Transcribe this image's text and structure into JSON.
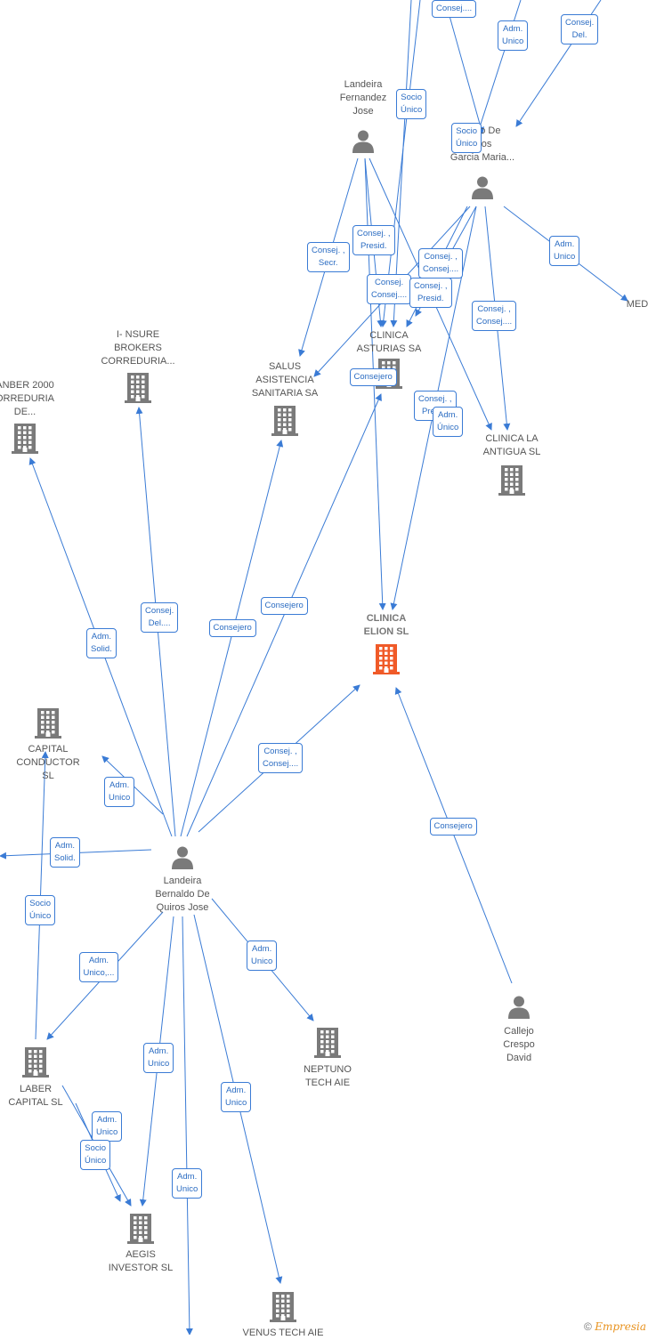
{
  "colors": {
    "edge": "#3a7bd5",
    "icon": "#7a7a7a",
    "main_icon": "#f05a28"
  },
  "nodes": [
    {
      "id": "landeira_fernandez",
      "kind": "person",
      "label": "Landeira\nFernandez\nJose"
    },
    {
      "id": "bernaldo_garcia",
      "kind": "person",
      "label": "...ldo De\n...os\nGarcia Maria..."
    },
    {
      "id": "med",
      "kind": "company",
      "label": "MED"
    },
    {
      "id": "insure",
      "kind": "company",
      "label": "I-  NSURE\nBROKERS\nCORREDURIA..."
    },
    {
      "id": "anber",
      "kind": "company",
      "label": "ANBER 2000\nORREDURIA\nDE..."
    },
    {
      "id": "salus",
      "kind": "company",
      "label": "SALUS\nASISTENCIA\nSANITARIA SA"
    },
    {
      "id": "clinica_asturias",
      "kind": "company",
      "label": "CLINICA\nASTURIAS SA"
    },
    {
      "id": "clinica_antigua",
      "kind": "company",
      "label": "CLINICA LA\nANTIGUA SL"
    },
    {
      "id": "clinica_elion",
      "kind": "company",
      "label": "CLINICA\nELION  SL",
      "main": true
    },
    {
      "id": "capital_conductor",
      "kind": "company",
      "label": "CAPITAL\nCONDUCTOR\nSL"
    },
    {
      "id": "landeira_bernaldo",
      "kind": "person",
      "label": "Landeira\nBernaldo De\nQuiros Jose"
    },
    {
      "id": "callejo",
      "kind": "person",
      "label": "Callejo\nCrespo\nDavid"
    },
    {
      "id": "laber",
      "kind": "company",
      "label": "LABER\nCAPITAL  SL"
    },
    {
      "id": "neptuno",
      "kind": "company",
      "label": "NEPTUNO\nTECH AIE"
    },
    {
      "id": "aegis",
      "kind": "company",
      "label": "AEGIS\nINVESTOR  SL"
    },
    {
      "id": "venus",
      "kind": "company",
      "label": "VENUS TECH AIE"
    }
  ],
  "edges": [
    {
      "from": "landeira_bernaldo",
      "to": "anber",
      "label": "Adm.\nSolid."
    },
    {
      "from": "landeira_bernaldo",
      "to": "insure",
      "label": "Consej.\nDel...."
    },
    {
      "from": "landeira_bernaldo",
      "to": "salus",
      "label": "Consejero"
    },
    {
      "from": "landeira_bernaldo",
      "to": "clinica_asturias",
      "label": "Consejero"
    },
    {
      "from": "landeira_bernaldo",
      "to": "clinica_elion",
      "label": "Consej. ,\nConsej...."
    },
    {
      "from": "landeira_bernaldo",
      "to": "capital_conductor",
      "label": "Adm.\nUnico"
    },
    {
      "from": "landeira_bernaldo",
      "to": "offscreen_left",
      "label": "Adm.\nSolid."
    },
    {
      "from": "laber",
      "to": "capital_conductor",
      "label": "Socio\nÚnico"
    },
    {
      "from": "landeira_bernaldo",
      "to": "laber",
      "label": "Adm.\nUnico,..."
    },
    {
      "from": "landeira_bernaldo",
      "to": "neptuno",
      "label": "Adm.\nUnico"
    },
    {
      "from": "landeira_bernaldo",
      "to": "aegis",
      "label": "Adm.\nUnico"
    },
    {
      "from": "laber",
      "to": "aegis",
      "label": "Adm.\nUnico"
    },
    {
      "from": "laber",
      "to": "aegis",
      "label": "Socio\nÚnico"
    },
    {
      "from": "landeira_bernaldo",
      "to": "offscreen_bottom",
      "label": "Adm.\nUnico"
    },
    {
      "from": "landeira_bernaldo",
      "to": "venus",
      "label": "Adm.\nUnico"
    },
    {
      "from": "callejo",
      "to": "clinica_elion",
      "label": "Consejero"
    },
    {
      "from": "landeira_fernandez",
      "to": "salus",
      "label": "Consej. ,\nSecr."
    },
    {
      "from": "landeira_fernandez",
      "to": "clinica_asturias",
      "label": "Consej. ,\nPresid."
    },
    {
      "from": "landeira_fernandez",
      "to": "clinica_asturias",
      "label": "Socio\nÚnico"
    },
    {
      "from": "landeira_fernandez",
      "to": "clinica_antigua",
      "label": "Consej. ,\nPresid."
    },
    {
      "from": "landeira_fernandez",
      "to": "clinica_elion",
      "label": "Consejero"
    },
    {
      "from": "bernaldo_garcia",
      "to": "salus",
      "label": "Consej.\nConsej...."
    },
    {
      "from": "bernaldo_garcia",
      "to": "clinica_asturias",
      "label": "Consej. ,\nConsej...."
    },
    {
      "from": "bernaldo_garcia",
      "to": "clinica_asturias",
      "label": "Consej. ,\nPresid."
    },
    {
      "from": "bernaldo_garcia",
      "to": "clinica_antigua",
      "label": "Consej. ,\nConsej...."
    },
    {
      "from": "bernaldo_garcia",
      "to": "clinica_elion",
      "label": "Adm.\nÚnico"
    },
    {
      "from": "bernaldo_garcia",
      "to": "med",
      "label": "Adm.\nUnico"
    },
    {
      "from": "offscreen_top",
      "to": "bernaldo_garcia",
      "label": "Adm.\nUnico"
    },
    {
      "from": "offscreen_top",
      "to": "bernaldo_garcia",
      "label": "Consej.\nDel."
    },
    {
      "from": "offscreen_top",
      "to": "clinica_asturias",
      "label": "Consej...."
    },
    {
      "from": "offscreen_top",
      "to": "bernaldo_garcia",
      "label": "Socio\nÚnico"
    }
  ],
  "footer": {
    "copyright_symbol": "©",
    "brand": "Empresia"
  }
}
